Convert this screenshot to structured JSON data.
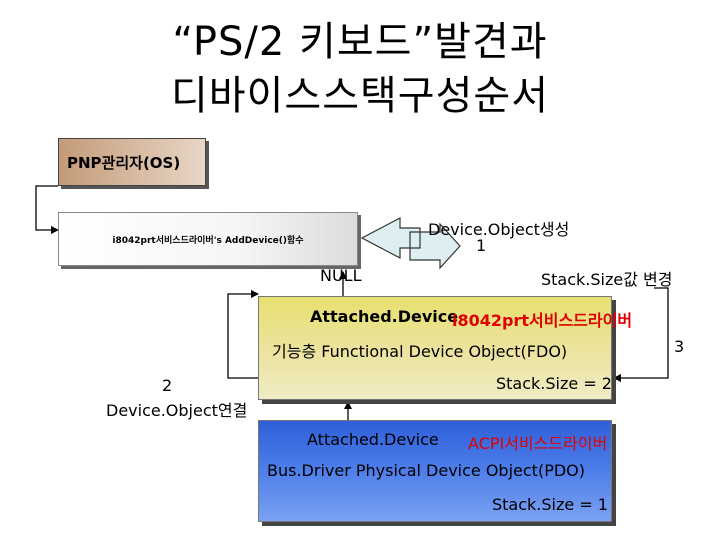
{
  "title": {
    "line1": "“PS/2 키보드”발견과",
    "line2": "디바이스스택구성순서"
  },
  "pnp_box": {
    "label": "PNP관리자(OS)"
  },
  "driver_box": {
    "label": "i8042prt서비스드라이버's AddDevice()함수"
  },
  "step1": {
    "text": "Device.Object생성",
    "number": "1"
  },
  "null_label": "NULL",
  "stacksize_change": "Stack.Size값 변경",
  "step3_number": "3",
  "step2": {
    "number": "2",
    "text": "Device.Object연결"
  },
  "fdo": {
    "attached": "Attached.Device",
    "driver": "i8042prt서비스드라이버",
    "description": "기능층 Functional Device Object(FDO)",
    "stacksize": "Stack.Size = 2"
  },
  "pdo": {
    "attached": "Attached.Device",
    "driver": "ACPI서비스드라이버",
    "description": "Bus.Driver Physical Device Object(PDO)",
    "stacksize": "Stack.Size = 1"
  },
  "colors": {
    "pnp_fill": "#c49b79",
    "fdo_fill": "#e8e070",
    "pdo_fill": "#2f5fd9",
    "arrow_fill": "#ddeff2",
    "highlight_text": "#e00000"
  }
}
